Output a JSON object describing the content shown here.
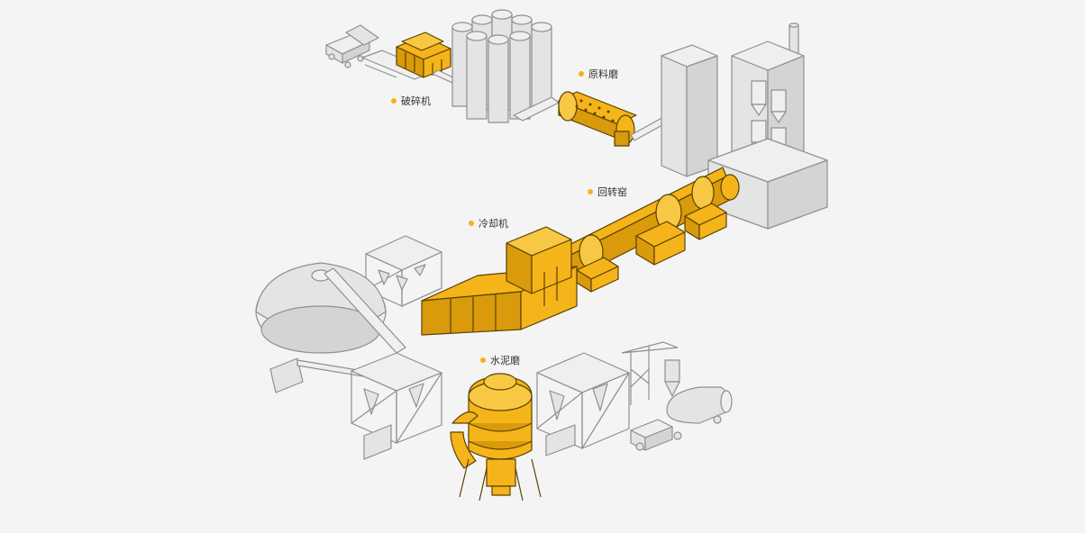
{
  "labels": {
    "crusher": "破碎机",
    "raw_mill": "原料磨",
    "rotary_kiln": "回转窑",
    "cooler": "冷却机",
    "cement_mill": "水泥磨"
  },
  "colors": {
    "highlight": "#f5b41a",
    "equipment": "#e4e4e4",
    "outline": "#8f8f8f",
    "background": "#f4f4f4",
    "label_dot": "#f2b31b"
  }
}
